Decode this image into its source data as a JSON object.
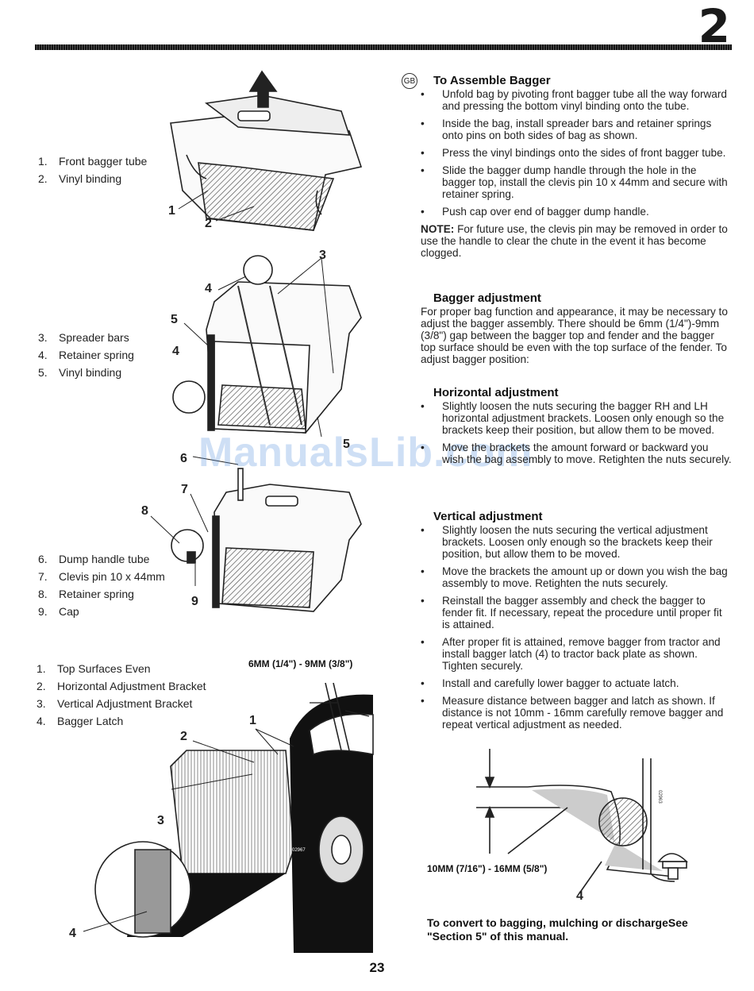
{
  "page": {
    "section_number": "2",
    "page_number": "23"
  },
  "watermark": "ManualsLib.com",
  "legends": {
    "group1": [
      {
        "num": "1.",
        "label": "Front bagger tube"
      },
      {
        "num": "2.",
        "label": "Vinyl binding"
      }
    ],
    "group2": [
      {
        "num": "3.",
        "label": "Spreader bars"
      },
      {
        "num": "4.",
        "label": "Retainer spring"
      },
      {
        "num": "5.",
        "label": "Vinyl binding"
      }
    ],
    "group3": [
      {
        "num": "6.",
        "label": "Dump handle tube"
      },
      {
        "num": "7.",
        "label": "Clevis pin 10 x 44mm"
      },
      {
        "num": "8.",
        "label": "Retainer spring"
      },
      {
        "num": "9.",
        "label": "Cap"
      }
    ],
    "group4": [
      {
        "num": "1.",
        "label": "Top Surfaces Even"
      },
      {
        "num": "2.",
        "label": "Horizontal Adjustment Bracket"
      },
      {
        "num": "3.",
        "label": "Vertical Adjustment Bracket"
      },
      {
        "num": "4.",
        "label": "Bagger Latch"
      }
    ]
  },
  "figures": {
    "fig1_callouts": [
      "1",
      "2"
    ],
    "fig2_callouts": [
      "3",
      "4",
      "5",
      "4",
      "5"
    ],
    "fig3_callouts": [
      "6",
      "7",
      "8",
      "9"
    ],
    "fig4_callouts": [
      "1",
      "2",
      "3",
      "4"
    ],
    "fig4_measure": "6MM (1/4\") - 9MM (3/8\")",
    "fig5_measure": "10MM (7/16\") - 16MM (5/8\")",
    "fig5_callout": "4",
    "codes": [
      "02967",
      "02963"
    ]
  },
  "instructions": {
    "lang_badge": "GB",
    "assemble": {
      "title": "To Assemble Bagger",
      "bullets": [
        "Unfold bag by pivoting front bagger tube all the way forward and pressing the bottom vinyl binding onto the tube.",
        "Inside the bag, install spreader bars and retainer springs onto pins on both sides of bag as shown.",
        "Press the vinyl bindings onto the sides of front bagger tube.",
        "Slide the bagger dump handle through the hole in the bagger top, install the clevis pin 10 x 44mm and secure with retainer spring.",
        "Push cap over end of bagger dump handle."
      ],
      "note_label": "NOTE:",
      "note_text": " For future use, the clevis pin may be removed in order to use the handle to clear the chute in the event it has become clogged."
    },
    "bagger_adjustment": {
      "title": "Bagger adjustment",
      "text": "For proper bag function and appearance, it may be necessary to adjust the bagger assembly. There should be 6mm (1/4\")-9mm (3/8\") gap between the bagger top and fender and the bagger top surface should be even with the top surface of the fender. To adjust bagger position:"
    },
    "horizontal": {
      "title": "Horizontal adjustment",
      "bullets": [
        "Slightly loosen the nuts securing the bagger RH and LH horizontal adjustment brackets. Loosen only enough so the brackets keep their position, but allow them to be moved.",
        "Move the brackets the amount forward or backward you wish the bag assembly to move. Retighten the nuts securely."
      ]
    },
    "vertical": {
      "title": "Vertical adjustment",
      "bullets": [
        "Slightly loosen the nuts securing the vertical adjustment brackets. Loosen only enough so the brackets keep their position, but allow them to be moved.",
        "Move the brackets the amount up or down you wish the bag assembly to move. Retighten the nuts securely.",
        "Reinstall the bagger assembly and check the bagger to fender fit. If necessary, repeat the procedure until proper fit is attained.",
        "After proper fit is attained, remove bagger from tractor and install bagger latch (4) to tractor back plate as shown. Tighten securely.",
        "Install and carefully lower bagger to actuate latch.",
        "Measure distance between bagger and latch as shown. If distance is not 10mm - 16mm carefully remove bagger and repeat vertical adjustment as needed."
      ]
    },
    "convert_line1": "To convert to bagging, mulching or dischargeSee",
    "convert_line2": "\"Section 5\" of this manual."
  }
}
